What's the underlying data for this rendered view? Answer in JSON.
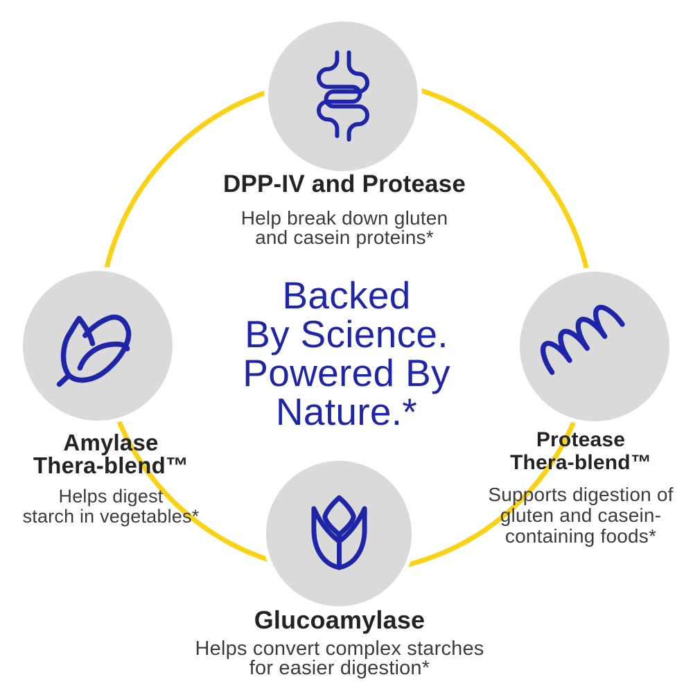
{
  "center": {
    "headline_lines": [
      "Backed",
      "By Science.",
      "Powered By",
      "Nature.*"
    ]
  },
  "nodes": {
    "top": {
      "icon": "intestine-icon",
      "title_lines": [
        "DPP-IV and Protease"
      ],
      "desc_lines": [
        "Help break down gluten",
        "and casein proteins*"
      ]
    },
    "left": {
      "icon": "corn-icon",
      "title_lines": [
        "Amylase",
        "Thera-blend™"
      ],
      "desc_lines": [
        "Helps digest",
        "starch in vegetables*"
      ]
    },
    "right": {
      "icon": "coil-icon",
      "title_lines": [
        "Protease",
        "Thera-blend™"
      ],
      "desc_lines": [
        "Supports digestion of",
        "gluten and casein-",
        "containing foods*"
      ]
    },
    "bottom": {
      "icon": "lotus-icon",
      "title_lines": [
        "Glucoamylase"
      ],
      "desc_lines": [
        "Helps convert complex starches",
        "for easier digestion*"
      ]
    }
  },
  "colors": {
    "brand_blue": "#1E25A8",
    "accent_yellow": "#F9D313",
    "circle_gray": "#DADADA",
    "heading_color": "#232323",
    "body_color": "#3B3B3B",
    "background": "#FFFFFF"
  }
}
